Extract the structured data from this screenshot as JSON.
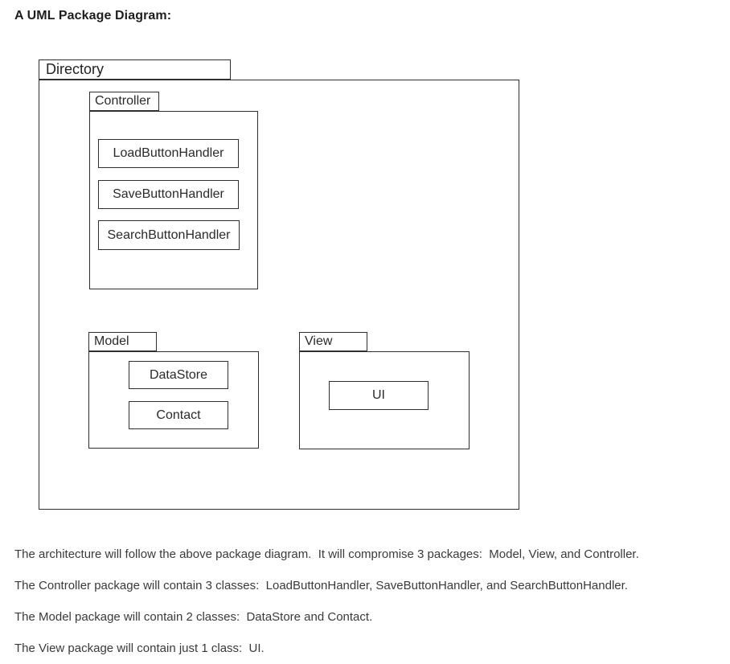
{
  "title": "A UML Package Diagram:",
  "colors": {
    "background": "#ffffff",
    "border": "#2f2f2f",
    "body_text": "#3a3a3a",
    "title_text": "#1e1e1e"
  },
  "diagram": {
    "type": "uml-package-diagram",
    "directory": {
      "label": "Directory"
    },
    "controller": {
      "label": "Controller",
      "classes": [
        "LoadButtonHandler",
        "SaveButtonHandler",
        "SearchButtonHandler"
      ]
    },
    "model": {
      "label": "Model",
      "classes": [
        "DataStore",
        "Contact"
      ]
    },
    "view": {
      "label": "View",
      "classes": [
        "UI"
      ]
    }
  },
  "paragraphs": [
    "The architecture will follow the above package diagram.  It will compromise 3 packages:  Model, View, and Controller.",
    "The Controller package will contain 3 classes:  LoadButtonHandler, SaveButtonHandler, and SearchButtonHandler.",
    "The Model package will contain 2 classes:  DataStore and Contact.",
    "The View package will contain just 1 class:  UI."
  ]
}
